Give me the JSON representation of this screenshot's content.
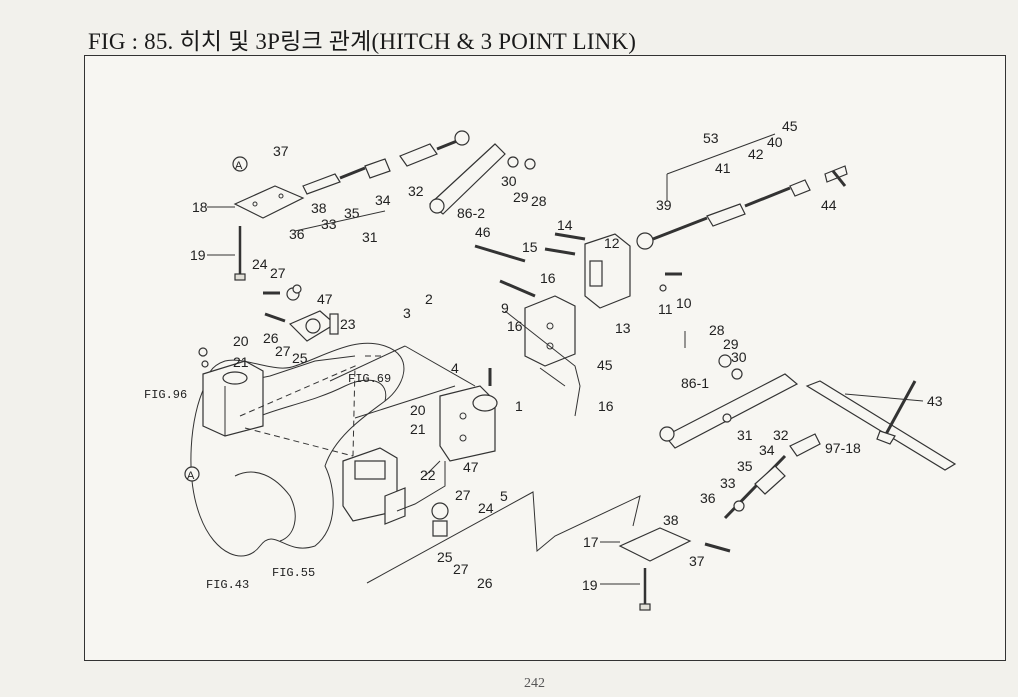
{
  "title": "FIG : 85. 히치 및 3P링크 관계(HITCH & 3 POINT LINK)",
  "page_number": "242",
  "callouts": [
    "37",
    "18",
    "36",
    "38",
    "33",
    "35",
    "34",
    "32",
    "31",
    "30",
    "29",
    "28",
    "86-2",
    "19",
    "24",
    "27",
    "47",
    "23",
    "26",
    "27",
    "25",
    "20",
    "21",
    "3",
    "2",
    "46",
    "15",
    "14",
    "12",
    "16",
    "13",
    "9",
    "16",
    "45",
    "16",
    "11",
    "10",
    "4",
    "1",
    "20",
    "21",
    "22",
    "47",
    "27",
    "24",
    "25",
    "27",
    "26",
    "5",
    "53",
    "45",
    "40",
    "42",
    "41",
    "39",
    "44",
    "28",
    "29",
    "30",
    "86-1",
    "31",
    "32",
    "34",
    "35",
    "33",
    "36",
    "38",
    "17",
    "37",
    "19",
    "43",
    "97-18",
    "A",
    "A"
  ],
  "figure_refs": [
    "FIG.96",
    "FIG.69",
    "FIG.43",
    "FIG.55"
  ]
}
